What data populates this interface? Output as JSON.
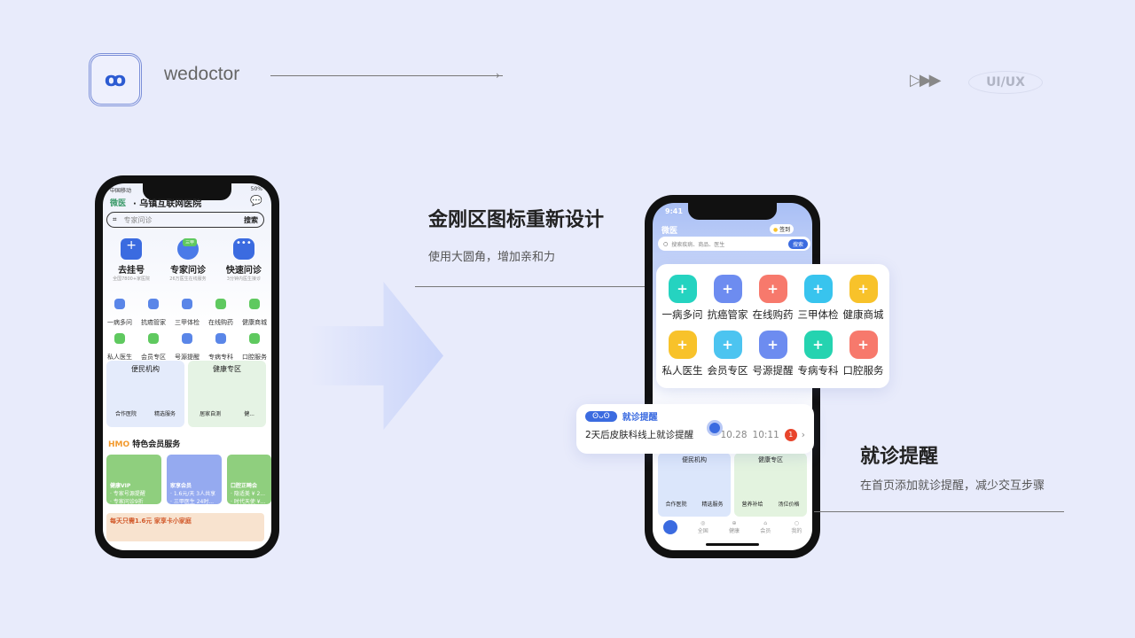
{
  "header": {
    "brand": "wedoctor",
    "logo_icon": "wedoctor-logo",
    "tag": "UI/UX",
    "arrows_icon": "triple-play-arrows"
  },
  "section1": {
    "title": "金刚区图标重新设计",
    "subtitle": "使用大圆角，增加亲和力"
  },
  "section2": {
    "title": "就诊提醒",
    "subtitle": "在首页添加就诊提醒，减少交互步骤"
  },
  "old_phone": {
    "status_carrier": "中国移动",
    "status_battery": "50%",
    "hospital": "· 乌镇互联网医院",
    "brand_small": "微医",
    "search_placeholder": "专家问诊",
    "search_button": "搜索",
    "main": [
      {
        "label": "去挂号",
        "desc": "全国7800+家医院"
      },
      {
        "label": "专家问诊",
        "desc": "26万医生在线服务",
        "badge": "三甲"
      },
      {
        "label": "快速问诊",
        "desc": "3分钟内医生接诊"
      }
    ],
    "grid": [
      "一病多问",
      "抗癌管家",
      "三甲体检",
      "在线购药",
      "健康商城",
      "私人医生",
      "会员专区",
      "号源提醒",
      "专病专科",
      "口腔服务"
    ],
    "panels": [
      {
        "title": "便民机构",
        "items": [
          "合作医院",
          "精选服务"
        ]
      },
      {
        "title": "健康专区",
        "items": [
          "居家自测",
          "健..."
        ]
      }
    ],
    "hmo_tag": "HMO",
    "hmo_title": "特色会员服务",
    "hmo_cards": [
      {
        "title": "健康VIP",
        "lines": [
          "· 专家号源提醒",
          "· 专家问诊9折"
        ]
      },
      {
        "title": "家享会员",
        "lines": [
          "· 1.6元/天 3人共享",
          "· 三甲医生 24时..."
        ]
      },
      {
        "title": "口腔正畸会",
        "lines": [
          "· 隐适美 ¥ 2...",
          "· 时代天使 ¥..."
        ]
      }
    ],
    "banner": "每天只需1.6元 家享卡小家庭"
  },
  "new_phone": {
    "time": "9:41",
    "brand_small": "微医",
    "sign_in": "签到",
    "search_placeholder": "搜索疾病、商品、医生",
    "search_button": "搜索",
    "grid": [
      {
        "label": "一病多问",
        "color": "#25d3c0"
      },
      {
        "label": "抗癌管家",
        "color": "#6d8cf0"
      },
      {
        "label": "在线购药",
        "color": "#f7796c"
      },
      {
        "label": "三甲体检",
        "color": "#38c4ee"
      },
      {
        "label": "健康商城",
        "color": "#f8c22a"
      },
      {
        "label": "私人医生",
        "color": "#f8c22a"
      },
      {
        "label": "会员专区",
        "color": "#4cc4f0"
      },
      {
        "label": "号源提醒",
        "color": "#6d8cf0"
      },
      {
        "label": "专病专科",
        "color": "#25d3b0"
      },
      {
        "label": "口腔服务",
        "color": "#f7796c"
      }
    ],
    "reminder": {
      "title": "就诊提醒",
      "text": "2天后皮肤科线上就诊提醒",
      "date": "10.28",
      "time": "10:11",
      "count": "1"
    },
    "panels": [
      {
        "title": "便民机构",
        "items": [
          "合作医院",
          "精选服务"
        ]
      },
      {
        "title": "健康专区",
        "items": [
          "营养补给",
          "汤位价格"
        ]
      }
    ],
    "tabs": [
      "全国",
      "健康",
      "会员",
      "我的"
    ]
  },
  "colors": {
    "background": "#e8ebfb",
    "accent": "#3b6be0",
    "badge": "#e8452c"
  }
}
